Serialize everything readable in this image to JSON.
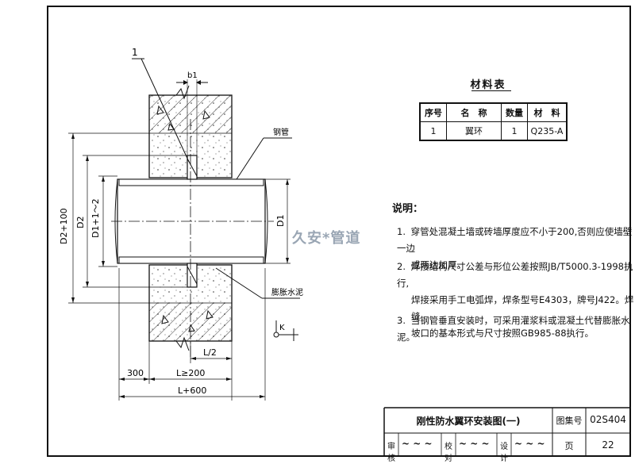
{
  "drawing": {
    "leader_number": "1",
    "dim_b1": "b1",
    "label_steel_pipe": "钢管",
    "label_expansion_cement": "膨胀水泥",
    "label_k": "K",
    "dim_d2_100": "D2+100",
    "dim_d2": "D2",
    "dim_d1_1_2": "D1+1～2",
    "dim_d1": "D1",
    "dim_l_half": "L/2",
    "dim_300": "300",
    "dim_l_ge_200": "L≥200",
    "dim_l_600": "L+600"
  },
  "materials": {
    "title": "材料表",
    "headers": [
      "序号",
      "名　称",
      "数量",
      "材　料"
    ],
    "rows": [
      [
        "1",
        "翼环",
        "1",
        "Q235-A"
      ]
    ]
  },
  "notes": {
    "title": "说明：",
    "items": [
      {
        "num": "1.",
        "lines": [
          "穿管处混凝土墙或砖墙厚度应不小于200,否则应使墙壁一边",
          "或两边加厚。"
        ]
      },
      {
        "num": "2.",
        "lines": [
          "焊接结构尺寸公差与形位公差按照JB/T5000.3-1998执行,",
          "焊接采用手工电弧焊，焊条型号E4303，牌号J422。焊缝",
          "坡口的基本形式与尺寸按照GB985-88执行。"
        ]
      },
      {
        "num": "3.",
        "lines": [
          "当钢管垂直安装时，可采用灌浆料或混凝土代替膨胀水泥。"
        ]
      }
    ]
  },
  "watermark": "久安*管道",
  "title_block": {
    "drawing_title": "刚性防水翼环安装图(一)",
    "atlas_label": "图集号",
    "atlas_number": "02S404",
    "review_label": "审核",
    "check_label": "校对",
    "design_label": "设计",
    "page_label": "页",
    "page_number": "22"
  }
}
